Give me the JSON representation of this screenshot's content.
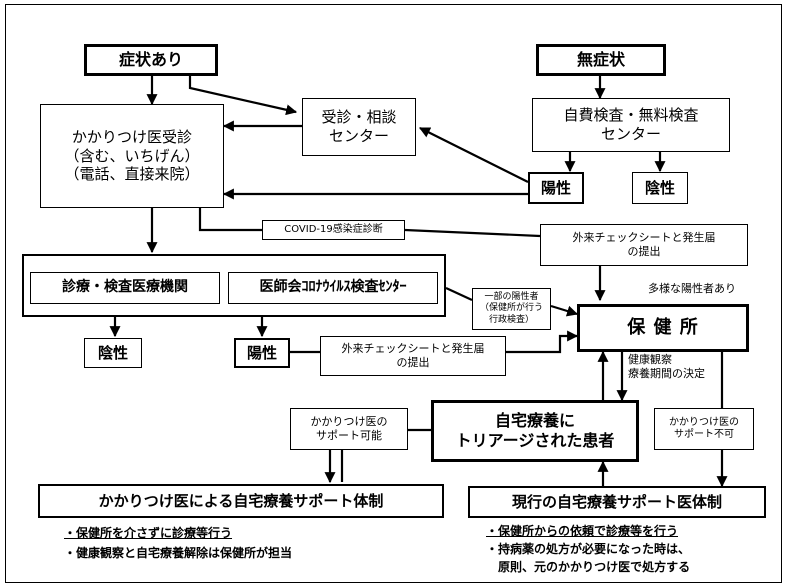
{
  "nodes": {
    "symptomatic": "症状あり",
    "asymptomatic": "無症状",
    "clinic": "かかりつけ医受診\n（含む、いちげん）\n（電話、直接来院）",
    "consult": "受診・相談\nセンター",
    "selfpay": "自費検査・無料検査\nセンター",
    "positive_top": "陽性",
    "negative_top": "陰性",
    "covid_diag": "COVID-19感染症診断",
    "report_sheet_top": "外来チェックシートと発生届\nの提出",
    "medical_institution": "診療・検査医療機関",
    "medical_assoc": "医師会ｺﾛﾅｳｲﾙｽ検査ｾﾝﾀｰ",
    "partial_positive": "一部の陽性者\n（保健所が行う\n行政検査）",
    "diverse_positive": "多様な陽性者あり",
    "health_center": "保 健 所",
    "negative_mid": "陰性",
    "positive_mid": "陽性",
    "report_sheet_mid": "外来チェックシートと発生届\nの提出",
    "health_obs": "健康観察\n療養期間の決定",
    "doctor_support_ok": "かかりつけ医の\nサポート可能",
    "home_care_patient": "自宅療養に\nトリアージされた患者",
    "doctor_support_ng": "かかりつけ医の\nサポート不可",
    "doctor_home_support": "かかりつけ医による自宅療養サポート体制",
    "current_home_support": "現行の自宅療養サポート医体制"
  },
  "notes_left": [
    "・保健所を介さずに診療等行う",
    "・健康観察と自宅療養解除は保健所が担当"
  ],
  "notes_right": [
    "・保健所からの依頼で診療等を行う",
    "・持病薬の処方が必要になった時は、",
    "原則、元のかかりつけ医で処方する"
  ]
}
